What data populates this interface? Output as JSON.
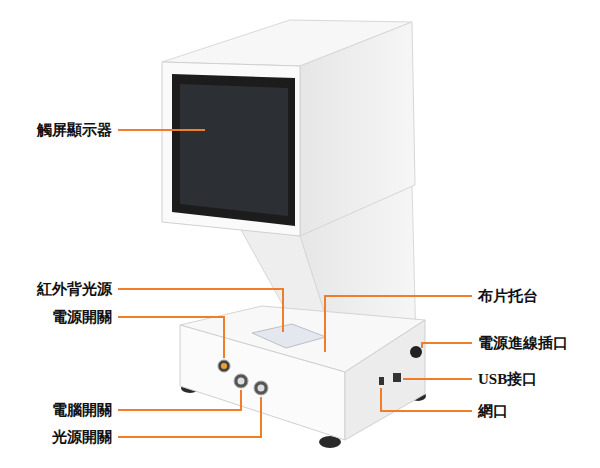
{
  "diagram": {
    "labels": [
      "觸屏顯示器",
      "紅外背光源",
      "布片托台",
      "電源開關",
      "電源進線插口",
      "USB接口",
      "電腦開關",
      "網口",
      "光源開關"
    ]
  }
}
